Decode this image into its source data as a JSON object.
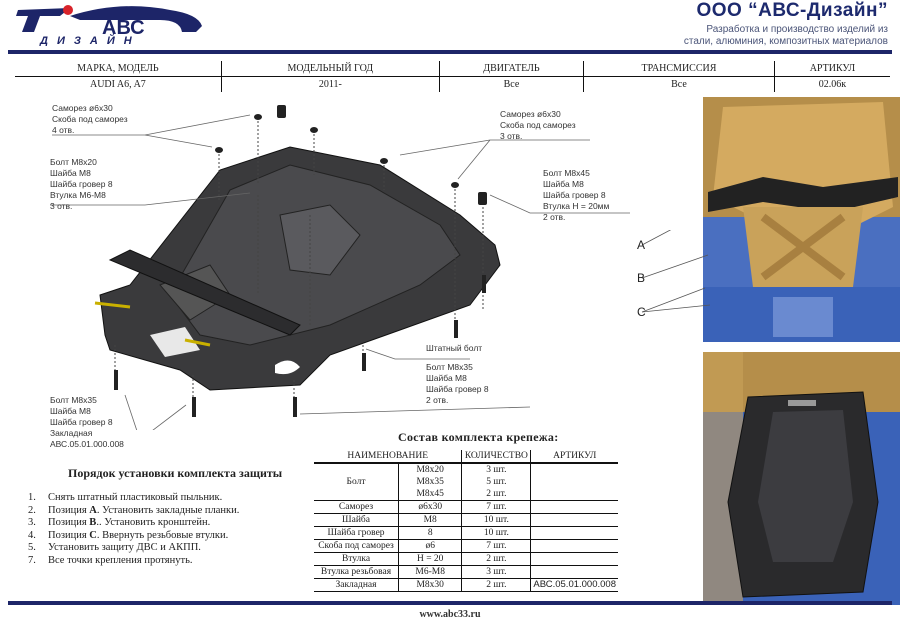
{
  "header": {
    "logo_text": "АВС",
    "logo_sub": "ДИЗАЙН",
    "company": "ООО “АВС-Дизайн”",
    "tagline_1": "Разработка и производство изделий из",
    "tagline_2": "стали, алюминия, композитных материалов"
  },
  "spec": {
    "headers": [
      "МАРКА, МОДЕЛЬ",
      "МОДЕЛЬНЫЙ ГОД",
      "ДВИГАТЕЛЬ",
      "ТРАНСМИССИЯ",
      "АРТИКУЛ"
    ],
    "values": [
      "AUDI  A6, A7",
      "2011-",
      "Все",
      "Все",
      "02.06к"
    ]
  },
  "callouts": {
    "c1": [
      "Саморез ø6x30",
      "Скоба под саморез",
      "4 отв."
    ],
    "c2": [
      "Болт М8x20",
      "Шайба М8",
      "Шайба гровер 8",
      "Втулка М6-М8",
      "3 отв."
    ],
    "c3": [
      "Саморез ø6x30",
      "Скоба под саморез",
      "3 отв."
    ],
    "c4": [
      "Болт М8x45",
      "Шайба М8",
      "Шайба гровер 8",
      "Втулка Н = 20мм",
      "2 отв."
    ],
    "c5": [
      "Штатный болт"
    ],
    "c6": [
      "Болт М8x35",
      "Шайба М8",
      "Шайба гровер 8",
      "2 отв."
    ],
    "c7": [
      "Болт М8x35",
      "Шайба М8",
      "Шайба гровер 8",
      "Закладная",
      "АВС.05.01.000.008"
    ]
  },
  "photo_labels": [
    "A",
    "B",
    "C"
  ],
  "instructions": {
    "title": "Порядок установки комплекта защиты",
    "steps": [
      {
        "n": "1.",
        "pre": "Снять штатный пластиковый пыльник.",
        "bold": "",
        "post": ""
      },
      {
        "n": "2.",
        "pre": "Позиция ",
        "bold": "А",
        "post": ". Установить закладные планки."
      },
      {
        "n": "3.",
        "pre": "Позиция ",
        "bold": "В",
        "post": ".. Установить кронштейн."
      },
      {
        "n": "4.",
        "pre": "Позиция ",
        "bold": "С",
        "post": ". Ввернуть резьбовые втулки."
      },
      {
        "n": "5.",
        "pre": "Установить защиту ДВС и АКПП.",
        "bold": "",
        "post": ""
      },
      {
        "n": "7.",
        "pre": "Все точки крепления протянуть.",
        "bold": "",
        "post": ""
      }
    ]
  },
  "parts": {
    "title": "Состав комплекта крепежа:",
    "headers": [
      "НАИМЕНОВАНИЕ",
      "КОЛИЧЕСТВО",
      "АРТИКУЛ"
    ],
    "rows": [
      {
        "name": "Болт",
        "size": "М8x20\nМ8x35\nМ8x45",
        "qty": "3 шт.\n5 шт.\n2 шт.",
        "art": ""
      },
      {
        "name": "Саморез",
        "size": "ø6x30",
        "qty": "7 шт.",
        "art": ""
      },
      {
        "name": "Шайба",
        "size": "М8",
        "qty": "10 шт.",
        "art": ""
      },
      {
        "name": "Шайба гровер",
        "size": "8",
        "qty": "10 шт.",
        "art": ""
      },
      {
        "name": "Скоба под саморез",
        "size": "ø6",
        "qty": "7 шт.",
        "art": ""
      },
      {
        "name": "Втулка",
        "size": "Н = 20",
        "qty": "2 шт.",
        "art": ""
      },
      {
        "name": "Втулка резьбовая",
        "size": "М6-М8",
        "qty": "3 шт.",
        "art": ""
      },
      {
        "name": "Закладная",
        "size": "М8x30",
        "qty": "2 шт.",
        "art": "АВС.05.01.000.008"
      }
    ]
  },
  "footer": {
    "site": "www.abc33.ru"
  },
  "colors": {
    "navy": "#1d2568",
    "plate": "#3a3a3c",
    "frame": "#c9a25a",
    "chassis": "#3a62b8"
  }
}
